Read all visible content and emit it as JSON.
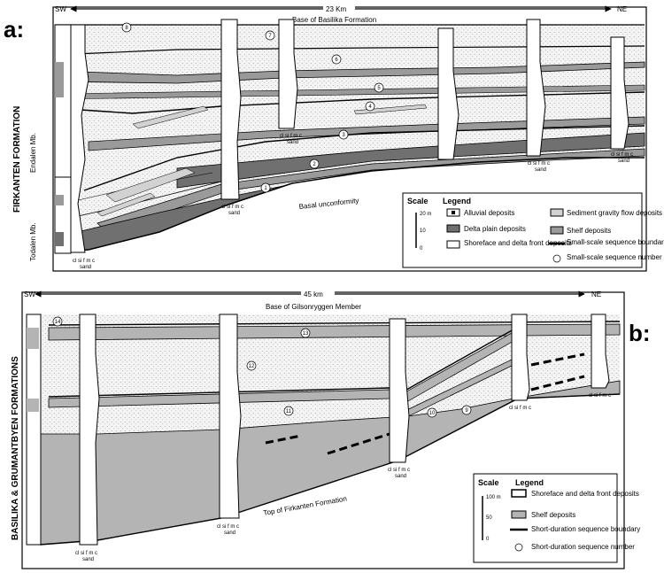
{
  "panel_a": {
    "letter": "a:",
    "direction_left": "SW",
    "direction_right": "NE",
    "distance": "23 Km",
    "top_label": "Base of Basilika Formation",
    "unconformity_label": "Basal unconformity",
    "formation_label": "FIRKANTEN FORMATION",
    "member_upper": "Endalen Mb.",
    "member_lower": "Todalen Mb.",
    "grain_codes": "cl si f m c",
    "grain_label": "sand",
    "sequence_numbers": [
      "1",
      "2",
      "3",
      "4",
      "5",
      "6",
      "7",
      "8"
    ],
    "scale_title": "Scale",
    "scale_ticks": [
      "20 m",
      "10",
      "0"
    ],
    "legend_title": "Legend",
    "legend_items": [
      {
        "label": "Alluvial deposits"
      },
      {
        "label": "Delta plain deposits"
      },
      {
        "label": "Shoreface and delta front deposits"
      },
      {
        "label": "Sediment gravity flow deposits"
      },
      {
        "label": "Shelf deposits"
      },
      {
        "label": "Small-scale sequence boundary"
      },
      {
        "label": "Small-scale sequence number"
      }
    ],
    "colors": {
      "shelf": "#9a9a9a",
      "delta": "#707070",
      "gravity": "#d2d2d2"
    }
  },
  "panel_b": {
    "letter": "b:",
    "direction_left": "SW",
    "direction_right": "NE",
    "distance": "45 km",
    "top_label": "Base of Gilsonryggen Member",
    "bottom_label": "Top of Firkanten Formation",
    "formation_label": "BASILIKA & GRUMANTBYEN FORMATIONS",
    "grain_codes": "cl si f m c",
    "grain_label": "sand",
    "sequence_numbers": [
      "9",
      "10",
      "11",
      "12",
      "13",
      "14"
    ],
    "scale_title": "Scale",
    "scale_ticks": [
      "100 m",
      "50",
      "0"
    ],
    "legend_title": "Legend",
    "legend_items": [
      {
        "label": "Shoreface and delta front deposits"
      },
      {
        "label": "Shelf deposits"
      },
      {
        "label": "Short-duration sequence boundary"
      },
      {
        "label": "Short-duration sequence number"
      }
    ],
    "colors": {
      "shelf": "#b4b4b4"
    }
  }
}
